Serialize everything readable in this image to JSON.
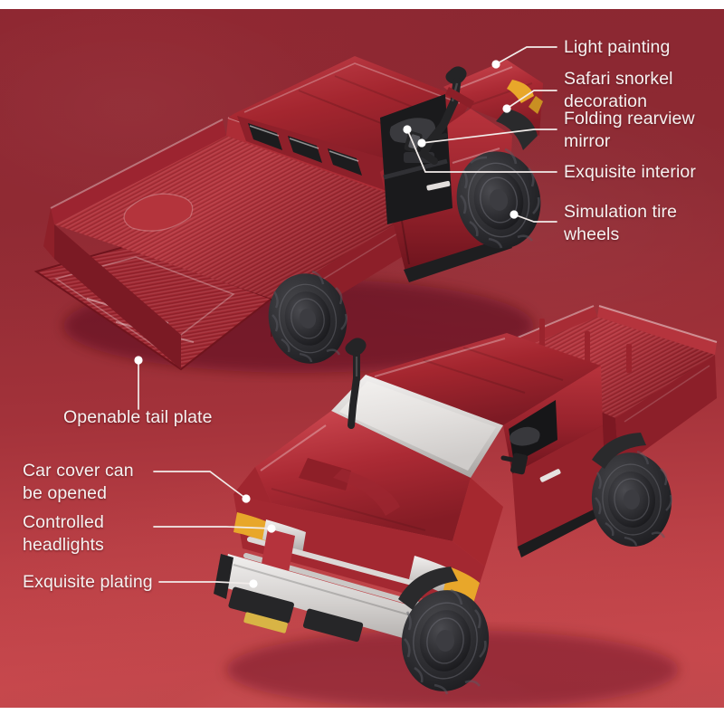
{
  "image": {
    "subject": "die-cast off-road pickup truck scale model",
    "background_color": "#8b2731",
    "background_color_bottom": "#c9484d",
    "label_text_color": "#f6f1f0",
    "leader_line_color": "#f2ecea",
    "body_color": "#a8252f",
    "tire_color": "#2b2b2d",
    "trim_color": "#cfcfcf",
    "lamp_color": "#e8a72a"
  },
  "callouts": {
    "right": [
      {
        "id": "light-painting",
        "text": "Light painting"
      },
      {
        "id": "safari-snorkel",
        "text": "Safari snorkel\ndecoration"
      },
      {
        "id": "folding-mirror",
        "text": "Folding rearview\nmirror"
      },
      {
        "id": "exquisite-interior",
        "text": "Exquisite interior"
      },
      {
        "id": "simulation-tire",
        "text": "Simulation tire\nwheels"
      }
    ],
    "left": [
      {
        "id": "openable-tail-plate",
        "text": "Openable tail plate"
      },
      {
        "id": "car-cover",
        "text": "Car cover can\nbe opened"
      },
      {
        "id": "controlled-headlights",
        "text": "Controlled\nheadlights"
      },
      {
        "id": "exquisite-plating",
        "text": "Exquisite plating"
      }
    ]
  },
  "views": {
    "top": {
      "name": "rear three-quarter view, double cab, tailgate down"
    },
    "bottom": {
      "name": "front three-quarter view, single cab, flatbed"
    }
  }
}
